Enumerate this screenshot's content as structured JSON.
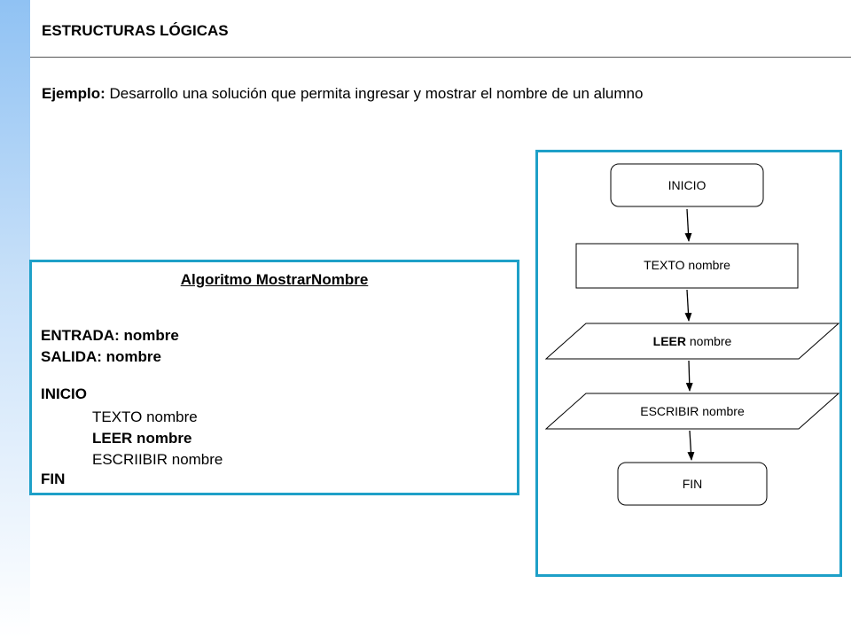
{
  "header": {
    "title": "ESTRUCTURAS LÓGICAS"
  },
  "example": {
    "lead": "Ejemplo:",
    "text": " Desarrollo una solución que permita ingresar y mostrar el nombre de un alumno"
  },
  "algorithm": {
    "title": "Algoritmo MostrarNombre",
    "entrada": "ENTRADA: nombre",
    "salida": "SALIDA: nombre",
    "inicio": "INICIO",
    "steps": [
      "TEXTO nombre",
      "LEER nombre",
      "ESCRIIBIR nombre"
    ],
    "fin": "FIN"
  },
  "flowchart": {
    "start": "INICIO",
    "process": "TEXTO nombre",
    "input_keyword": "LEER",
    "input_rest": " nombre",
    "output": "ESCRIBIR nombre",
    "end": "FIN"
  },
  "colors": {
    "frame": "#1ea0c8",
    "stripe": "#90c2f3"
  }
}
